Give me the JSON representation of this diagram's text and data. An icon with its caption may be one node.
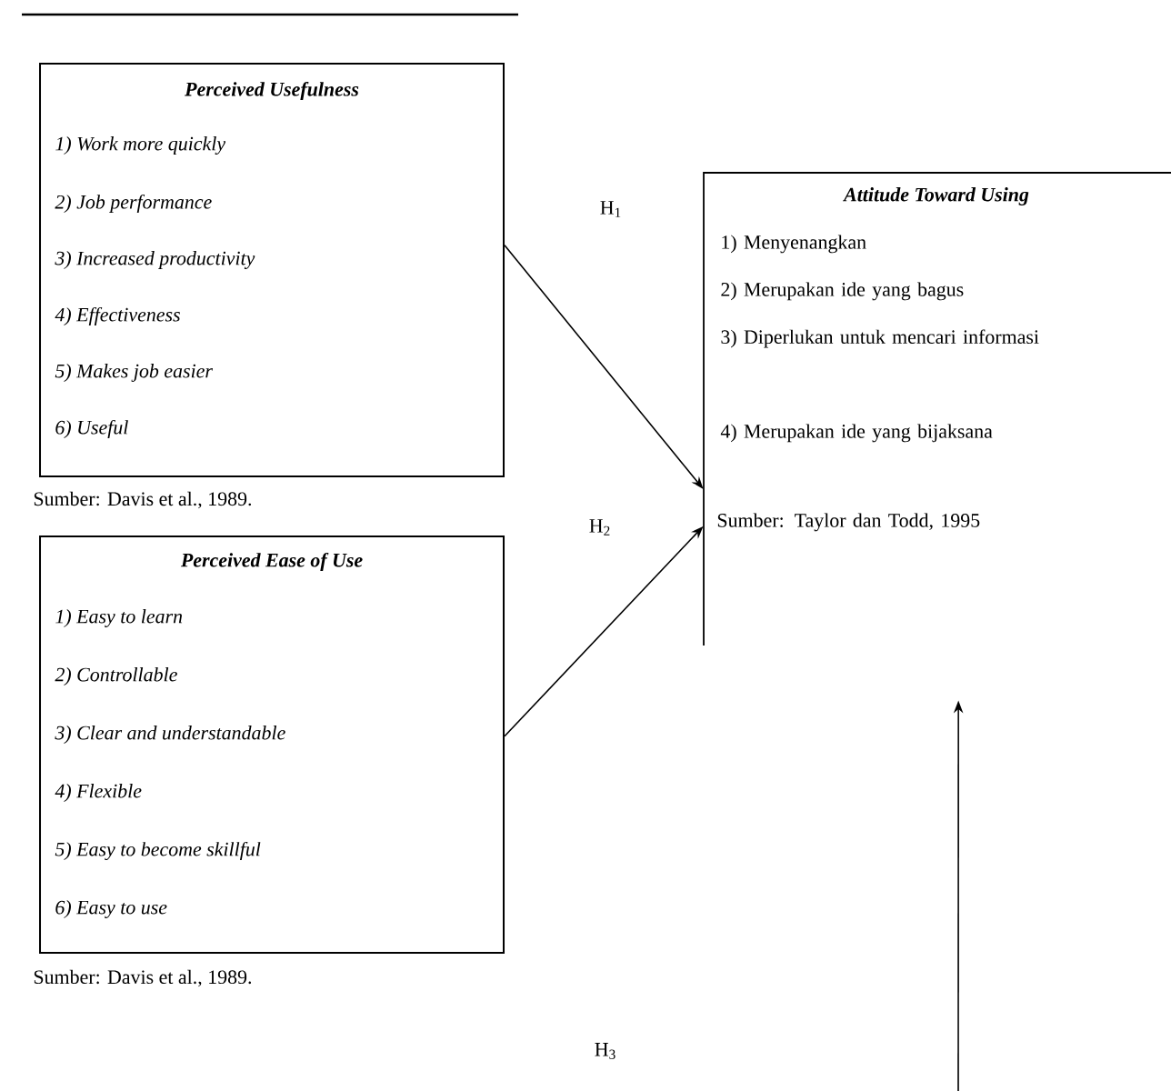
{
  "diagram": {
    "nodes": [
      {
        "text": [
          "Perceived Usefulness",
          "1) Work more quickly",
          "2) Job performance",
          "3) Increased productivity",
          "4) Effectiveness",
          "5) Makes job easier",
          "6) Useful"
        ],
        "beside": [
          "Sumber: Davis et al., 1989."
        ]
      },
      {
        "text": [
          "Perceived Ease of Use",
          "1) Easy to learn",
          "2) Controllable",
          "3) Clear and understandable",
          "4) Flexible",
          "5) Easy to become skillful",
          "6) Easy to use"
        ],
        "beside": [
          "Sumber: Davis et al., 1989."
        ]
      },
      {
        "text": [
          "Attitude Toward Using",
          "1) Menyenangkan",
          "2) Merupakan ide yang bagus",
          "3) Diperlukan untuk mencari informasi",
          "4) Merupakan ide yang bijaksana",
          "Sumber: Taylor dan Todd, 1995"
        ]
      }
    ],
    "edges": [
      {
        "from": 0,
        "to": 2,
        "arrow": "to",
        "label": "H$_{1}$"
      },
      {
        "from": 1,
        "to": 2,
        "arrow": "to",
        "label": "H$_{2}$"
      },
      {
        "from": null,
        "to": 2,
        "arrow": "to"
      }
    ],
    "labels": [
      "H$_{3}$"
    ]
  }
}
